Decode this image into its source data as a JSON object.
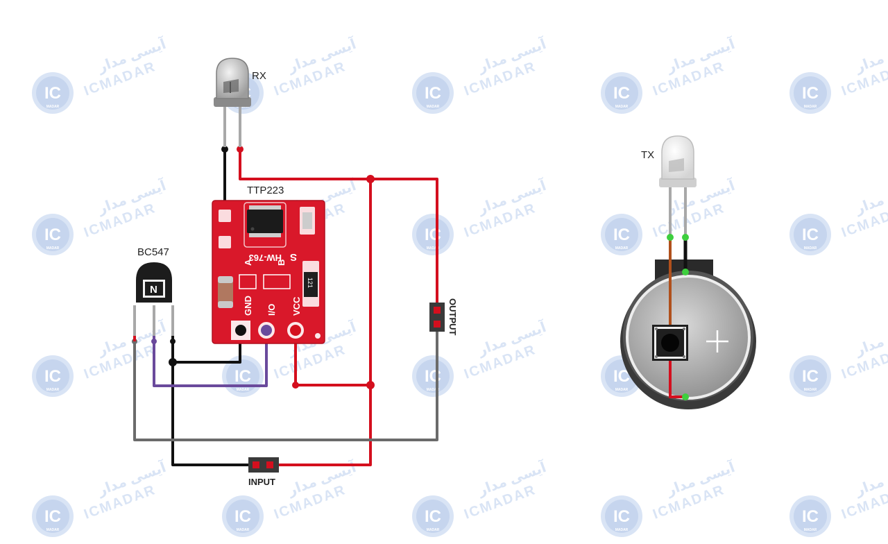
{
  "labels": {
    "rx": "RX",
    "tx": "TX",
    "ttp223": "TTP223",
    "bc547": "BC547",
    "output": "OUTPUT",
    "input": "INPUT"
  },
  "board": {
    "model": "HW-763",
    "pin_gnd": "GND",
    "pin_io": "I/O",
    "pin_vcc": "VCC",
    "jumper_a": "A",
    "jumper_b": "B",
    "side_mark": "S",
    "resistor_code": "121"
  },
  "transistor": {
    "body_letter": "N"
  },
  "watermark": {
    "latin": "ICMADAR",
    "persian": "آیسی مدار",
    "logo": "IC",
    "logo_sub": "MADAR"
  },
  "colors": {
    "board_red": "#d9182a",
    "wire_red": "#d40f1e",
    "wire_black": "#111111",
    "wire_gray": "#6b6b6b",
    "wire_purple": "#6a4a9c",
    "wire_brown": "#b0501c",
    "pad_green": "#3ecf3e",
    "watermark_blue": "#d9e4f5"
  },
  "icons": [
    "ir-led-icon",
    "touch-sensor-icon",
    "npn-transistor-icon",
    "pin-header-icon",
    "coin-battery-icon",
    "push-button-icon"
  ]
}
